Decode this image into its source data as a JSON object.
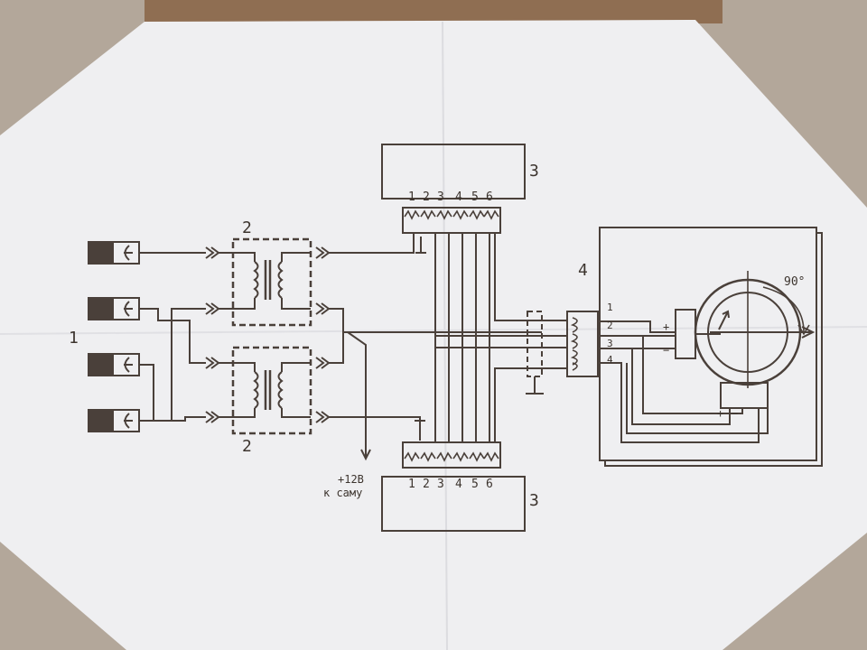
{
  "labels": {
    "sensors": "1",
    "transformer_top": "2",
    "transformer_bottom": "2",
    "connector_top": "3",
    "connector_bottom": "3",
    "unit": "4",
    "angle": "90°",
    "supply_voltage": "+12В",
    "supply_ground": "к саму"
  },
  "connector_top": {
    "pins": [
      "1",
      "2",
      "3",
      "4",
      "5",
      "6"
    ]
  },
  "connector_bottom": {
    "pins": [
      "1",
      "2",
      "3",
      "4",
      "5",
      "6"
    ]
  },
  "unit_connector": {
    "pins": [
      "1",
      "2",
      "3",
      "4"
    ]
  },
  "unit_polarity": {
    "plus": "+",
    "minus": "−"
  },
  "colors": {
    "line": "#4a403a",
    "paper": "#f0f0f2",
    "background": "#b3a79a"
  }
}
